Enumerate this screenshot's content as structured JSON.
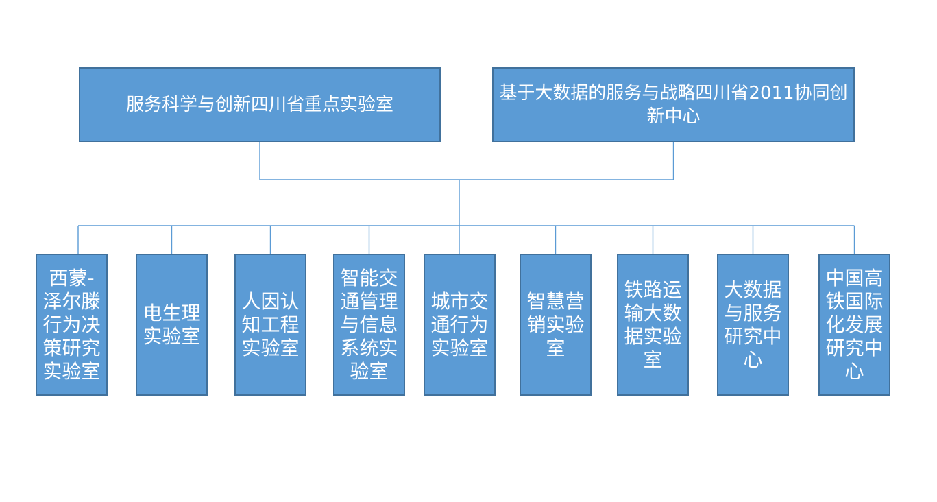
{
  "theme": {
    "node_fill": "#5b9bd5",
    "node_border": "#41719c",
    "node_text": "#ffffff",
    "connector": "#5b9bd5",
    "background": "#ffffff"
  },
  "chart_data": {
    "type": "org-chart",
    "title": "",
    "top_nodes": [
      {
        "id": "service-science-key-lab",
        "label": "服务科学与创新四川省重点实验室"
      },
      {
        "id": "big-data-collab-center",
        "label": "基于大数据的服务与战略四川省2011协同创新中心"
      }
    ],
    "bottom_nodes": [
      {
        "id": "simon-selten-behavior-lab",
        "label": "西蒙-泽尔滕行为决策研究实验室"
      },
      {
        "id": "electrophysiology-lab",
        "label": "电生理实验室"
      },
      {
        "id": "human-factors-cognition-lab",
        "label": "人因认知工程实验室"
      },
      {
        "id": "intelligent-transport-info-lab",
        "label": "智能交通管理与信息系统实验室"
      },
      {
        "id": "urban-traffic-behavior-lab",
        "label": "城市交通行为实验室"
      },
      {
        "id": "smart-marketing-lab",
        "label": "智慧营销实验室"
      },
      {
        "id": "railway-big-data-lab",
        "label": "铁路运输大数据实验室"
      },
      {
        "id": "big-data-service-center",
        "label": "大数据与服务研究中心"
      },
      {
        "id": "china-hsr-international-center",
        "label": "中国高铁国际化发展研究中心"
      }
    ]
  }
}
